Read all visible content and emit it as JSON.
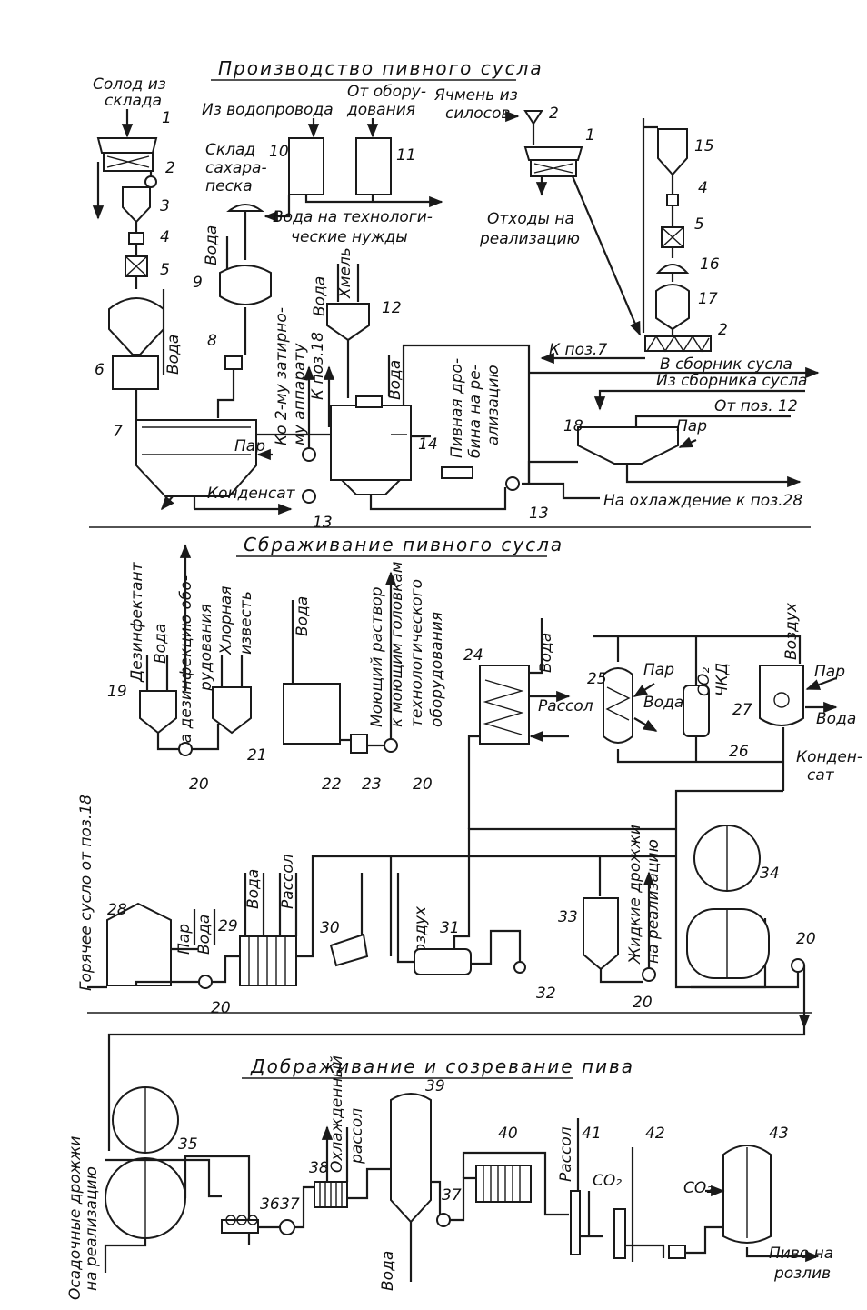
{
  "sections": {
    "wort": "Производство пивного сусла",
    "fermentation": "Сбраживание пивного сусла",
    "maturation": "Дображивание и созревание пива"
  },
  "labels": {
    "malt_from_store": [
      "Солод из",
      "склада"
    ],
    "from_water_supply": "Из водопровода",
    "from_equipment": [
      "От обору-",
      "дования"
    ],
    "barley_from_silos": [
      "Ячмень из",
      "силосов"
    ],
    "sugar_store": [
      "Склад",
      "сахара-",
      "песка"
    ],
    "process_water": [
      "Вода на технологи-",
      "ческие нужды"
    ],
    "waste_sale": [
      "Отходы на",
      "реализацию"
    ],
    "water": "Вода",
    "hops": "Хмель",
    "steam": "Пар",
    "condensate": "Конденсат",
    "to_second_mash": [
      "Ко 2-му затирно-",
      "му аппарату"
    ],
    "to_pos_18": "К поз.18",
    "spent_grain": [
      "Пивная дро-",
      "бина на ре-",
      "ализацию"
    ],
    "to_pos_7": "К поз.7",
    "to_wort_collector": "В сборник сусла",
    "from_wort_collector": "Из сборника сусла",
    "from_pos_12": "От поз. 12",
    "to_cooling": "На охлаждение к поз.28",
    "disinfectant": "Дезинфектант",
    "to_disinfection": [
      "На дезинфекцию обо-",
      "рудования"
    ],
    "bleach": [
      "Хлорная",
      "известь"
    ],
    "washing_solution": [
      "Моющий раствор",
      "к моющим головкам",
      "технологического",
      "оборудования"
    ],
    "brine": "Рассол",
    "co2_chkd": [
      "СО₂",
      "ЧКД"
    ],
    "air": "Воздух",
    "condensate_split": [
      "Конден-",
      "сат"
    ],
    "hot_wort": "Горячее сусло от поз.18",
    "liquid_yeast": [
      "Жидкие дрожжи",
      "на реализацию"
    ],
    "sediment_yeast": [
      "Осадочные дрожжи",
      "на реализацию"
    ],
    "chilled_brine": [
      "Охлажденный",
      "рассол"
    ],
    "co2": "СО₂",
    "beer_bottling": [
      "Пиво на",
      "розлив"
    ]
  },
  "numbers": [
    "1",
    "2",
    "3",
    "4",
    "5",
    "6",
    "7",
    "8",
    "9",
    "10",
    "11",
    "12",
    "13",
    "14",
    "15",
    "16",
    "17",
    "18",
    "19",
    "20",
    "21",
    "22",
    "23",
    "24",
    "25",
    "26",
    "27",
    "28",
    "29",
    "30",
    "31",
    "32",
    "33",
    "34",
    "35",
    "36",
    "37",
    "38",
    "39",
    "40",
    "41",
    "42",
    "43"
  ]
}
